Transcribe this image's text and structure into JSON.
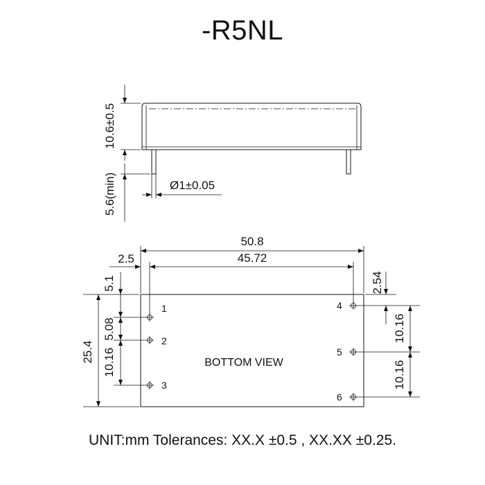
{
  "title": "-R5NL",
  "footer": "UNIT:mm Tolerances: XX.X ±0.5 , XX.XX ±0.25.",
  "side_view": {
    "height_dim": "10.6±0.5",
    "pin_length_dim": "5.6(min)",
    "pin_diameter_dim": "Ø1±0.05"
  },
  "bottom_view": {
    "label": "BOTTOM  VIEW",
    "width_dim": "50.8",
    "pin_span_dim": "45.72",
    "left_offset_dim": "2.5",
    "top_offset_dim": "5.1",
    "height_dim": "25.4",
    "pin_pitch_a": "5.08",
    "pin_pitch_b": "10.16",
    "right_offset_dim": "2.54",
    "right_pitch_1": "10.16",
    "right_pitch_2": "10.16",
    "pins": [
      "1",
      "2",
      "3",
      "4",
      "5",
      "6"
    ]
  },
  "colors": {
    "line": "#111111",
    "background": "#ffffff"
  }
}
